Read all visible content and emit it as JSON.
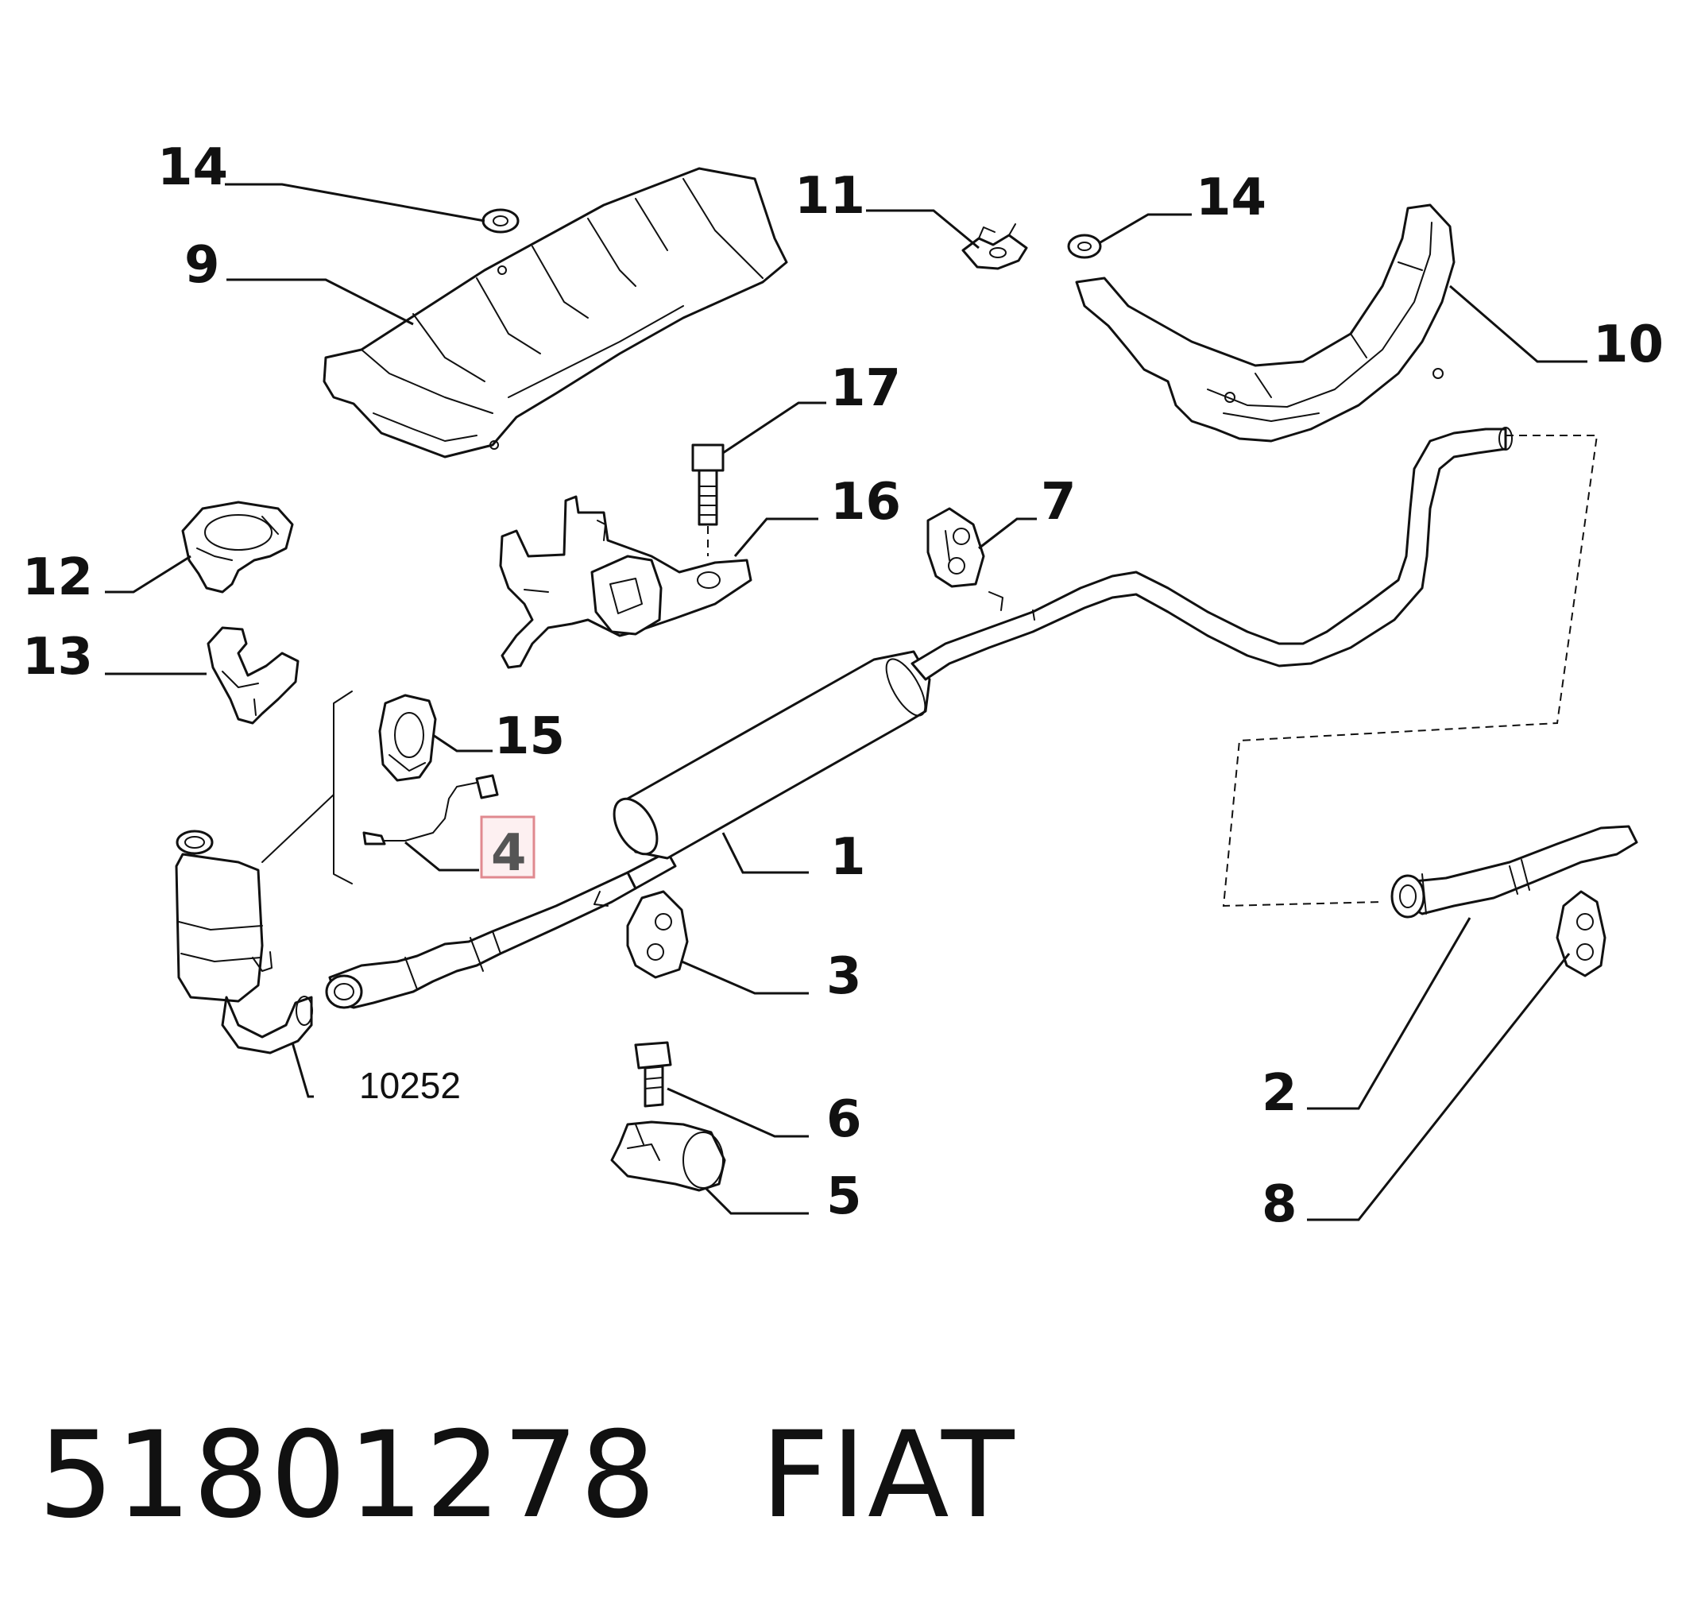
{
  "diagram": {
    "callouts": {
      "c1": "1",
      "c2": "2",
      "c3": "3",
      "c4": "4",
      "c5": "5",
      "c6": "6",
      "c7": "7",
      "c8": "8",
      "c9": "9",
      "c10": "10",
      "c11": "11",
      "c12": "12",
      "c13": "13",
      "c14a": "14",
      "c14b": "14",
      "c15": "15",
      "c16": "16",
      "c17": "17"
    },
    "highlighted_callout": "4",
    "highlight_color": "#e0898f",
    "reference_code": "10252"
  },
  "footer": {
    "part_number": "51801278",
    "brand": "FIAT"
  }
}
